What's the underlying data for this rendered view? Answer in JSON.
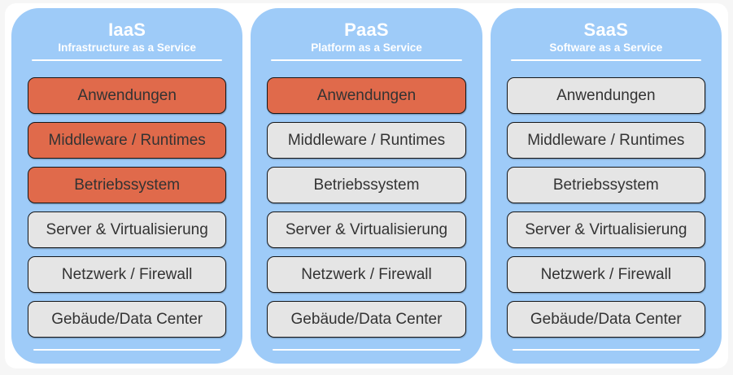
{
  "diagram": {
    "columns": [
      {
        "id": "iaas",
        "title": "IaaS",
        "subtitle": "Infrastructure as a Service",
        "layers": [
          {
            "label": "Anwendungen",
            "highlighted": true
          },
          {
            "label": "Middleware / Runtimes",
            "highlighted": true
          },
          {
            "label": "Betriebssystem",
            "highlighted": true
          },
          {
            "label": "Server & Virtualisierung",
            "highlighted": false
          },
          {
            "label": "Netzwerk / Firewall",
            "highlighted": false
          },
          {
            "label": "Gebäude/Data Center",
            "highlighted": false
          }
        ]
      },
      {
        "id": "paas",
        "title": "PaaS",
        "subtitle": "Platform as a Service",
        "layers": [
          {
            "label": "Anwendungen",
            "highlighted": true
          },
          {
            "label": "Middleware / Runtimes",
            "highlighted": false
          },
          {
            "label": "Betriebssystem",
            "highlighted": false
          },
          {
            "label": "Server & Virtualisierung",
            "highlighted": false
          },
          {
            "label": "Netzwerk / Firewall",
            "highlighted": false
          },
          {
            "label": "Gebäude/Data Center",
            "highlighted": false
          }
        ]
      },
      {
        "id": "saas",
        "title": "SaaS",
        "subtitle": "Software as a Service",
        "layers": [
          {
            "label": "Anwendungen",
            "highlighted": false
          },
          {
            "label": "Middleware / Runtimes",
            "highlighted": false
          },
          {
            "label": "Betriebssystem",
            "highlighted": false
          },
          {
            "label": "Server & Virtualisierung",
            "highlighted": false
          },
          {
            "label": "Netzwerk / Firewall",
            "highlighted": false
          },
          {
            "label": "Gebäude/Data Center",
            "highlighted": false
          }
        ]
      }
    ],
    "colors": {
      "column_bg": "#9ECBF8",
      "layer_highlight": "#E06A4B",
      "layer_default": "#E5E5E5",
      "layer_border": "#15171A",
      "layer_text": "#333333",
      "header_text": "#FFFFFF",
      "page_bg": "#F6F6F6",
      "card_bg": "#FFFFFF"
    }
  }
}
